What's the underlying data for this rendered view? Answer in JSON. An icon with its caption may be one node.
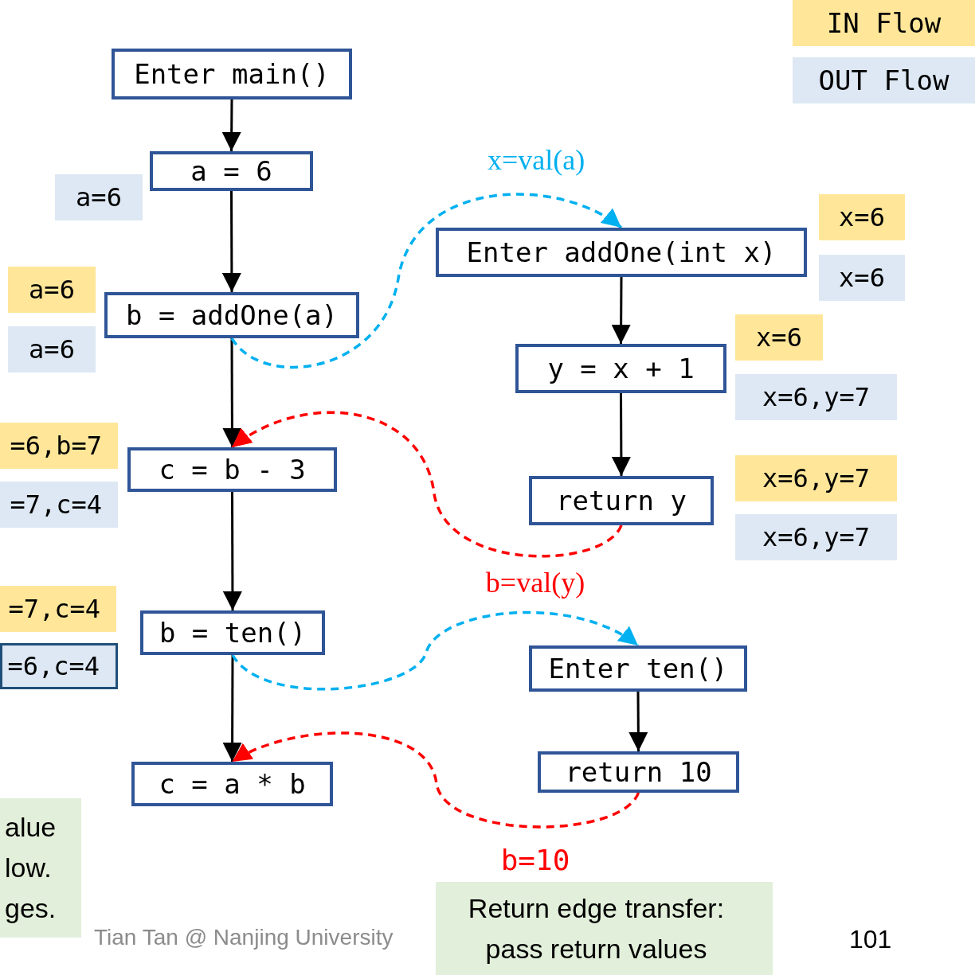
{
  "diagram": {
    "nodes": [
      {
        "text": [
          "Enter main()"
        ]
      },
      {
        "text": [
          "a = 6"
        ]
      },
      {
        "text": [
          "b = addOne(a)"
        ]
      },
      {
        "text": [
          "c = b - 3"
        ]
      },
      {
        "text": [
          "b = ten()"
        ]
      },
      {
        "text": [
          "c = a * b"
        ]
      },
      {
        "text": [
          "Enter addOne(int x)"
        ]
      },
      {
        "text": [
          "y = x + 1"
        ]
      },
      {
        "text": [
          "return y"
        ]
      },
      {
        "text": [
          "Enter ten()"
        ]
      },
      {
        "text": [
          "return 10"
        ]
      },
      {
        "text": [
          "a=6"
        ]
      },
      {
        "text": [
          "a=6"
        ]
      },
      {
        "text": [
          "a=6"
        ]
      },
      {
        "text": [
          "=6,b=7"
        ]
      },
      {
        "text": [
          "=7,c=4"
        ]
      },
      {
        "text": [
          "=7,c=4"
        ]
      },
      {
        "text": [
          "=6,c=4"
        ]
      },
      {
        "text": [
          "x=6"
        ]
      },
      {
        "text": [
          "x=6"
        ]
      },
      {
        "text": [
          "x=6"
        ]
      },
      {
        "text": [
          "x=6,y=7"
        ]
      },
      {
        "text": [
          "x=6,y=7"
        ]
      },
      {
        "text": [
          "x=6,y=7"
        ]
      },
      {
        "text": [
          "alue low. ges."
        ]
      },
      {
        "text": [
          "Return edge transfer: pass return values"
        ]
      }
    ],
    "edges": [
      {
        "from": 0,
        "to": 1,
        "arrow": "to"
      },
      {
        "from": 1,
        "to": 2,
        "arrow": "to"
      },
      {
        "from": 2,
        "to": 3,
        "arrow": "to"
      },
      {
        "from": 3,
        "to": 4,
        "arrow": "to"
      },
      {
        "from": 4,
        "to": 5,
        "arrow": "to"
      },
      {
        "from": 6,
        "to": 7,
        "arrow": "to"
      },
      {
        "from": 7,
        "to": 8,
        "arrow": "to"
      },
      {
        "from": 9,
        "to": 10,
        "arrow": "to"
      },
      {
        "from": 2,
        "to": 6,
        "arrow": "to",
        "label": "x=val(a)",
        "style": "dashed",
        "color": "#00b0f0"
      },
      {
        "from": 8,
        "to": 3,
        "arrow": "to",
        "label": "b=val(y)",
        "style": "dashed",
        "color": "#ff0000"
      },
      {
        "from": 4,
        "to": 9,
        "arrow": "to",
        "style": "dashed",
        "color": "#00b0f0"
      },
      {
        "from": 10,
        "to": 5,
        "arrow": "to",
        "label": "b=10",
        "style": "dashed",
        "color": "#ff0000"
      }
    ],
    "labels": [
      "Tian Tan @ Nanjing University",
      "101"
    ],
    "legend": [
      {
        "text": "IN Flow",
        "color": "#ffe699"
      },
      {
        "text": "OUT Flow",
        "color": "#dde8f4"
      }
    ]
  }
}
